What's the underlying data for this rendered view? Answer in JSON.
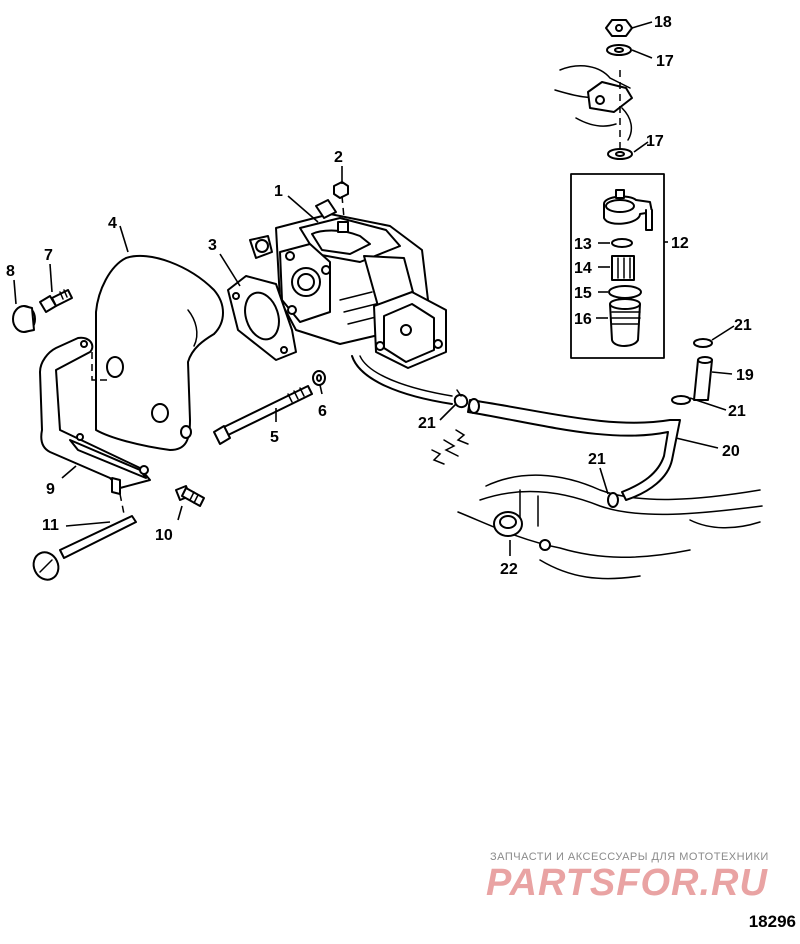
{
  "callouts": [
    "1",
    "2",
    "3",
    "4",
    "5",
    "6",
    "7",
    "8",
    "9",
    "10",
    "11",
    "12",
    "13",
    "14",
    "15",
    "16",
    "17",
    "17",
    "18",
    "19",
    "20",
    "21",
    "21",
    "21",
    "21",
    "22"
  ],
  "watermark": {
    "subtitle": "ЗАПЧАСТИ И АКСЕССУАРЫ ДЛЯ МОТОТЕХНИКИ",
    "logo": "PARTSFOR.RU",
    "color": "#e9a3a3"
  },
  "figure_id": "18296"
}
